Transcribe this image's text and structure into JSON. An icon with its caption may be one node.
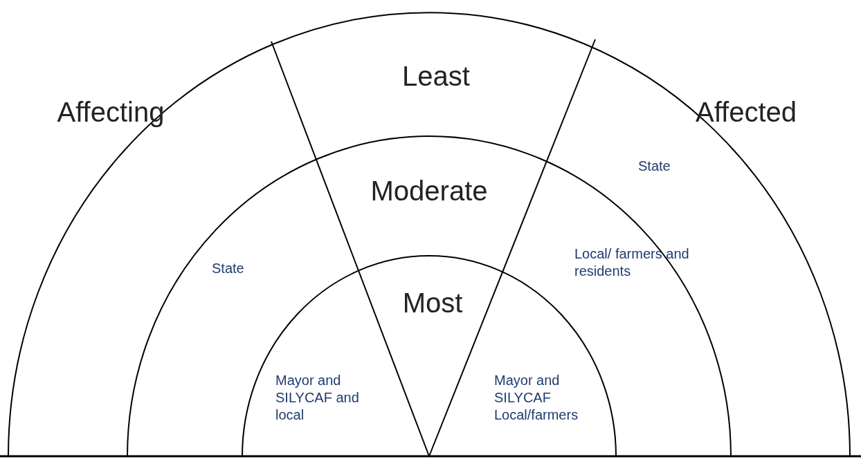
{
  "diagram": {
    "labels": [
      "Least",
      "Affecting",
      "Affected",
      "State",
      "Moderate",
      "State",
      "Local/ farmers and residents",
      "Most",
      "Mayor and SILYCAF and local",
      "Mayor and SILYCAF Local/farmers"
    ]
  }
}
